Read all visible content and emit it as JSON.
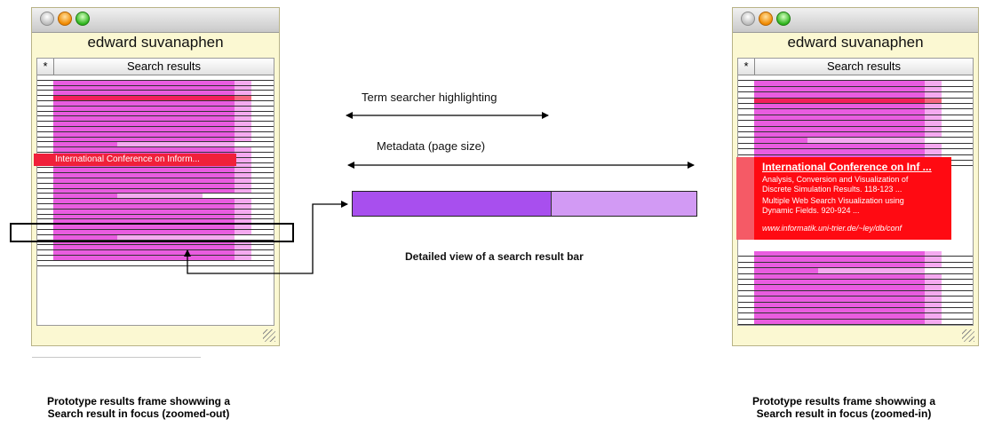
{
  "left_window": {
    "title": "edward suvanaphen",
    "column_star": "*",
    "column_header": "Search results",
    "focused_result": "International Conference on Inform..."
  },
  "right_window": {
    "title": "edward suvanaphen",
    "column_star": "*",
    "column_header": "Search results",
    "focused_result": {
      "title": "International Conference on Inf ...",
      "snippet_lines": [
        "Analysis, Conversion and Visualization of",
        "Discrete Simulation Results. 118-123 ...",
        "Multiple Web Search Visualization using",
        "Dynamic Fields. 920-924 ..."
      ],
      "url": "www.informatik.uni-trier.de/~ley/db/conf"
    }
  },
  "annotations": {
    "term_highlighting": "Term searcher highlighting",
    "metadata": "Metadata (page size)",
    "detailed_view": "Detailed view of a search result bar"
  },
  "captions": {
    "left_line1": "Prototype results frame showwing a",
    "left_line2": "Search result in focus (zoomed-out)",
    "right_line1": "Prototype results frame showwing a",
    "right_line2": "Search result in focus (zoomed-in)"
  },
  "colors": {
    "term_bar": "#e95ce0",
    "metadata_bar": "#f5aaf0",
    "highlight": "#f2205a",
    "window_bg": "#fbf8d2",
    "detail_term": "#a84fee",
    "detail_meta": "#d29af4"
  },
  "bars": {
    "left": [
      [
        0,
        0
      ],
      [
        0.85,
        0.08
      ],
      [
        0.85,
        0.08
      ],
      [
        0.85,
        0.08
      ],
      [
        0.85,
        0.08
      ],
      [
        0.85,
        0.08
      ],
      [
        0.85,
        0.08
      ],
      [
        0.85,
        0.08
      ],
      [
        0.85,
        0.08
      ],
      [
        0.85,
        0.08
      ],
      [
        0.85,
        0.08
      ],
      [
        0.85,
        0.08
      ],
      [
        0.85,
        0.08
      ],
      [
        0.3,
        0.55
      ],
      [
        0.85,
        0.08
      ],
      [
        0.85,
        0.08
      ],
      [
        0.85,
        0.08
      ],
      [
        0.85,
        0.08
      ],
      [
        0.85,
        0.08
      ],
      [
        0.85,
        0.08
      ],
      [
        0.85,
        0.08
      ],
      [
        0.85,
        0.08
      ],
      [
        0.85,
        0.08
      ],
      [
        0.3,
        0.4
      ],
      [
        0.85,
        0.08
      ],
      [
        0.85,
        0.08
      ],
      [
        0.85,
        0.08
      ],
      [
        0.85,
        0.08
      ],
      [
        0.85,
        0.08
      ],
      [
        0.85,
        0.08
      ],
      [
        0.85,
        0.08
      ],
      [
        0.3,
        0.55
      ],
      [
        0.85,
        0.08
      ],
      [
        0.85,
        0.08
      ],
      [
        0.85,
        0.08
      ],
      [
        0.85,
        0.08
      ],
      [
        0,
        0
      ]
    ],
    "left_highlight_row": 4,
    "right_top": [
      [
        0,
        0
      ],
      [
        0.8,
        0.08
      ],
      [
        0.8,
        0.08
      ],
      [
        0.8,
        0.08
      ],
      [
        0.8,
        0.08
      ],
      [
        0.8,
        0.08
      ],
      [
        0.8,
        0.08
      ],
      [
        0.8,
        0.08
      ],
      [
        0.8,
        0.08
      ],
      [
        0.8,
        0.08
      ],
      [
        0.8,
        0.08
      ],
      [
        0.25,
        0.55
      ],
      [
        0.8,
        0.08
      ],
      [
        0.8,
        0.08
      ],
      [
        0.8,
        0.08
      ],
      [
        0.8,
        0.08
      ]
    ],
    "right_top_highlight_row": 4,
    "right_bottom": [
      [
        0.8,
        0.08
      ],
      [
        0.8,
        0.08
      ],
      [
        0.8,
        0.08
      ],
      [
        0.3,
        0.5
      ],
      [
        0.8,
        0.08
      ],
      [
        0.8,
        0.08
      ],
      [
        0.8,
        0.08
      ],
      [
        0.8,
        0.08
      ],
      [
        0.8,
        0.08
      ],
      [
        0.8,
        0.08
      ],
      [
        0.8,
        0.08
      ],
      [
        0.8,
        0.08
      ],
      [
        0.8,
        0.08
      ],
      [
        0.8,
        0.08
      ],
      [
        0.8,
        0.08
      ],
      [
        0.8,
        0.08
      ],
      [
        0.8,
        0.08
      ],
      [
        0,
        0
      ],
      [
        0,
        0
      ],
      [
        0,
        0
      ],
      [
        0,
        0
      ],
      [
        0,
        0
      ],
      [
        0,
        0
      ],
      [
        0,
        0
      ]
    ]
  },
  "detail_bar": {
    "term_fraction": 0.58,
    "metadata_fraction": 0.42
  }
}
